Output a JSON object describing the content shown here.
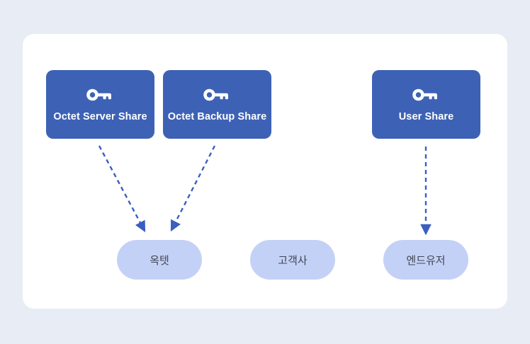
{
  "diagram": {
    "shares": [
      {
        "label": "Octet Server Share",
        "icon": "key-icon"
      },
      {
        "label": "Octet Backup Share",
        "icon": "key-icon"
      },
      {
        "label": "User Share",
        "icon": "key-icon"
      }
    ],
    "entities": [
      {
        "label": "옥텟"
      },
      {
        "label": "고객사"
      },
      {
        "label": "엔드유저"
      }
    ],
    "connections": [
      {
        "from": "Octet Server Share",
        "to": "옥텟",
        "style": "dashed-arrow"
      },
      {
        "from": "Octet Backup Share",
        "to": "옥텟",
        "style": "dashed-arrow"
      },
      {
        "from": "User Share",
        "to": "엔드유저",
        "style": "dashed-arrow"
      }
    ],
    "colors": {
      "page_background": "#e8ecf5",
      "card_background": "#ffffff",
      "share_box": "#3d62b5",
      "share_text": "#ffffff",
      "entity_pill": "#c4d1f7",
      "entity_text": "#3e4551",
      "arrow": "#3a5fc0"
    }
  }
}
